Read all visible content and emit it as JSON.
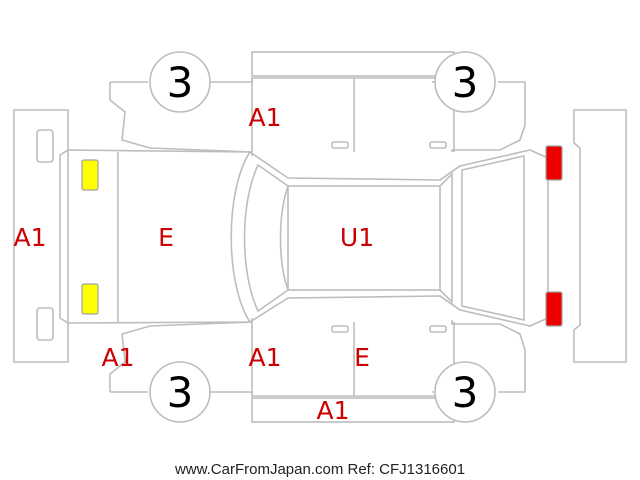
{
  "diagram": {
    "colors": {
      "outline": "#bdbdbd",
      "damage_label": "#cc0000",
      "wheel_number": "#000000",
      "lamp_front": "#ffff00",
      "lamp_rear": "#ee0000"
    },
    "wheels": [
      {
        "id": "front-left",
        "label": "3"
      },
      {
        "id": "rear-left",
        "label": "3"
      },
      {
        "id": "front-right",
        "label": "3"
      },
      {
        "id": "rear-right",
        "label": "3"
      }
    ],
    "damage_marks": [
      {
        "id": "front-bumper",
        "label": "A1"
      },
      {
        "id": "hood",
        "label": "E"
      },
      {
        "id": "roof",
        "label": "U1"
      },
      {
        "id": "left-front-door",
        "label": "A1"
      },
      {
        "id": "left-front-fender",
        "label": "A1"
      },
      {
        "id": "right-front-door",
        "label": "A1"
      },
      {
        "id": "right-rear-door",
        "label": "E"
      },
      {
        "id": "right-rocker",
        "label": "A1"
      }
    ]
  },
  "footer": {
    "watermark": "www.CarFromJapan.com Ref: CFJ1316601"
  }
}
